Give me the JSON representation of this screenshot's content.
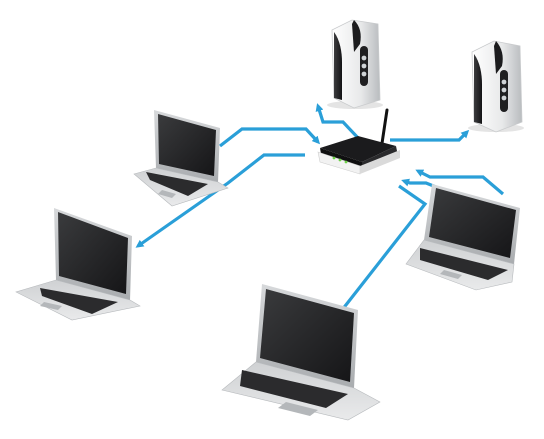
{
  "scene": {
    "background": "#ffffff",
    "link_color": "#2a9fd8",
    "devices": [
      {
        "kind": "server",
        "icon": "server-icon"
      },
      {
        "kind": "server",
        "icon": "server-icon"
      },
      {
        "kind": "router",
        "icon": "wireless-router-icon"
      },
      {
        "kind": "laptop",
        "icon": "laptop-icon"
      },
      {
        "kind": "laptop",
        "icon": "laptop-icon"
      },
      {
        "kind": "laptop",
        "icon": "laptop-icon"
      },
      {
        "kind": "laptop",
        "icon": "laptop-icon"
      }
    ]
  }
}
